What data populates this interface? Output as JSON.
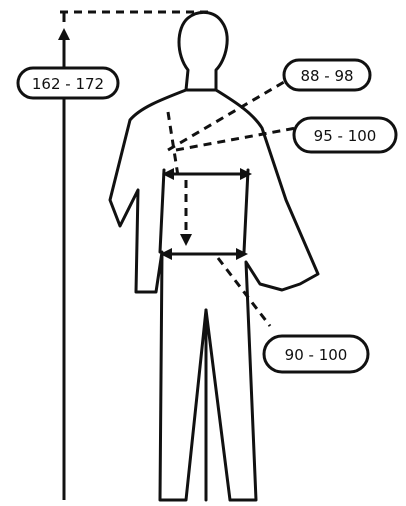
{
  "measurements": {
    "height": {
      "label": "162 - 172"
    },
    "bust": {
      "label": "88 - 98"
    },
    "waist": {
      "label": "95 - 100"
    },
    "hip": {
      "label": "90 - 100"
    }
  },
  "colors": {
    "line": "#111111",
    "background": "#ffffff"
  }
}
